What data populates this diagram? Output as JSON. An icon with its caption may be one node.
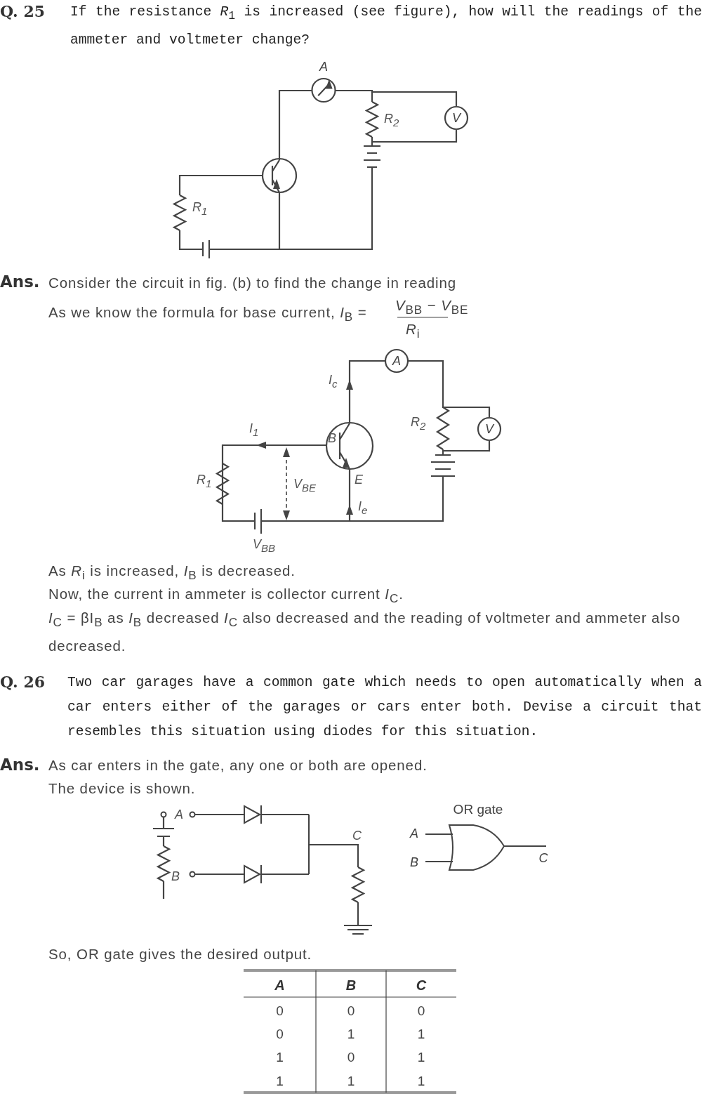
{
  "diagram": {
    "nodes": [
      {
        "text": [
          "A"
        ]
      },
      {
        "text": [
          "V"
        ]
      },
      {
        "text": [
          "A"
        ]
      },
      {
        "text": [
          "V"
        ]
      },
      {
        "text": [
          "OR gate"
        ],
        "beside": [
          "A",
          "B",
          "C"
        ]
      }
    ],
    "edges": [
      {
        "from": 0,
        "to": 1,
        "arrow": "none"
      },
      {
        "from": 2,
        "to": 3,
        "arrow": "none"
      }
    ],
    "labels": [
      "Q. 25",
      "If the resistance *R*$_{1}$ is increased (see figure), how will the readings of the ammeter and voltmeter change?",
      "R$_{2}$",
      "R$_{1}$",
      "Ans.",
      "Consider the circuit in fig. (b) to find the change in reading",
      "As we know the formula for base current, *I*$_{B}$ =",
      "*V*$_{BB}$ − *V*$_{BE}$",
      "*R*$_{i}$",
      "I$_{c}$",
      "R$_{2}$",
      "I$_{1}$",
      "B",
      "R$_{1}$",
      "V$_{BE}$",
      "E",
      "I$_{e}$",
      "V$_{BB}$",
      "As *R*$_{i}$ is increased, *I*$_{B}$ is decreased.",
      "Now, the current in ammeter is collector current *I*$_{C}$.",
      "*I*$_{C}$ = βI$_{B}$ as *I*$_{B}$ decreased *I*$_{C}$ also decreased and the reading of voltmeter and ammeter also decreased.",
      "Q. 26",
      "Two car garages have a common gate which needs to open automatically when a car enters either of the garages or cars enter both. Devise a circuit that resembles this situation using diodes for this situation.",
      "Ans.",
      "As car enters in the gate, any one or both are opened.",
      "The device is shown.",
      "A",
      "B",
      "C",
      "So, OR gate gives the desired output.",
      "A",
      "B",
      "C",
      "0",
      "0",
      "0",
      "0",
      "1",
      "1",
      "1",
      "0",
      "1",
      "1",
      "1",
      "1"
    ]
  }
}
